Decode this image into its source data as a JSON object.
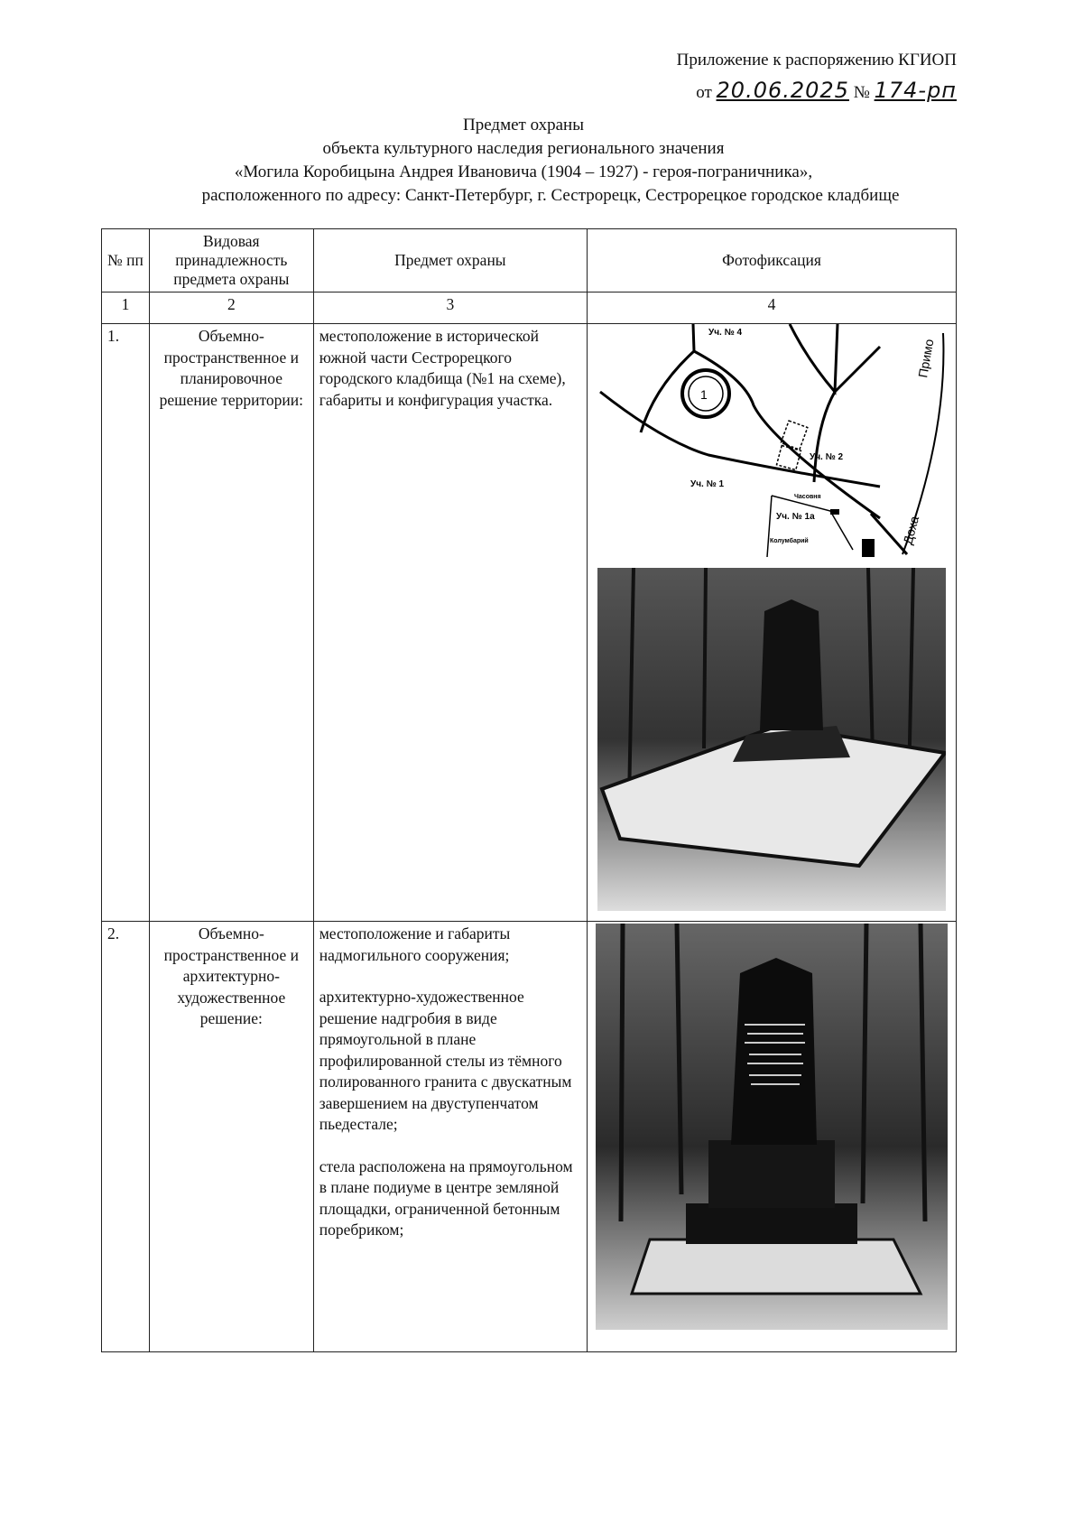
{
  "header": {
    "appendix": "Приложение к распоряжению КГИОП",
    "from_label": "от",
    "date": "20.06.2025",
    "number_label": "№",
    "number": "174-рп"
  },
  "title": {
    "line1": "Предмет охраны",
    "line2": "объекта культурного наследия регионального значения",
    "line3": "«Могила Коробицына Андрея Ивановича (1904 – 1927) - героя-пограничника»,",
    "line4": "расположенного по адресу: Санкт-Петербург, г. Сестрорецк, Сестрорецкое городское кладбище"
  },
  "table": {
    "headers": [
      "№ пп",
      "Видовая принадлежность предмета охраны",
      "Предмет охраны",
      "Фотофиксация"
    ],
    "col_numbers": [
      "1",
      "2",
      "3",
      "4"
    ],
    "rows": [
      {
        "num": "1.",
        "type": "Объемно-пространственное и планировочное решение территории:",
        "subject": [
          "местоположение в исторической южной части Сестрорецкого городского кладбища (№1 на схеме), габариты и конфигурация участка."
        ],
        "map_labels": {
          "plot4": "Уч. № 4",
          "plot2": "Уч. № 2",
          "plot1": "Уч. № 1",
          "plot1a": "Уч. № 1а",
          "chapel": "Часовня",
          "columbarium": "Колумбарий",
          "marker": "1",
          "road1": "Примо",
          "road2": "Доха"
        }
      },
      {
        "num": "2.",
        "type": "Объемно-пространственное и архитектурно-художественное решение:",
        "subject": [
          "местоположение и габариты надмогильного сооружения;",
          "архитектурно-художественное решение надгробия в виде прямоугольной в плане профилированной стелы из тёмного полированного гранита с двускатным завершением на двуступенчатом пьедестале;",
          "стела расположена на прямоугольном в плане подиуме в центре земляной площадки, ограниченной бетонным поребриком;"
        ]
      }
    ]
  }
}
